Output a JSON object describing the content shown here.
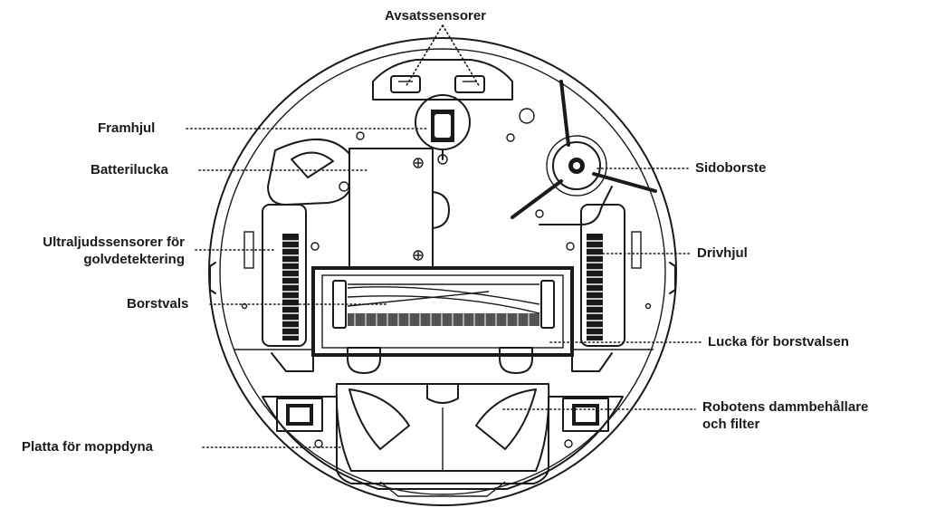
{
  "labels": {
    "cliff_sensors": "Avsatssensorer",
    "front_wheel": "Framhjul",
    "battery_cover": "Batterilucka",
    "ultrasonic_line1": "Ultraljudssensorer för",
    "ultrasonic_line2": "golvdetektering",
    "brush_roll": "Borstvals",
    "mop_plate": "Platta för moppdyna",
    "side_brush": "Sidoborste",
    "drive_wheel": "Drivhjul",
    "brush_roll_cover": "Lucka för borstvalsen",
    "dustbin_line1": "Robotens dammbehållare",
    "dustbin_line2": "och filter"
  },
  "colors": {
    "ink": "#1a1a1a",
    "background": "#ffffff"
  }
}
